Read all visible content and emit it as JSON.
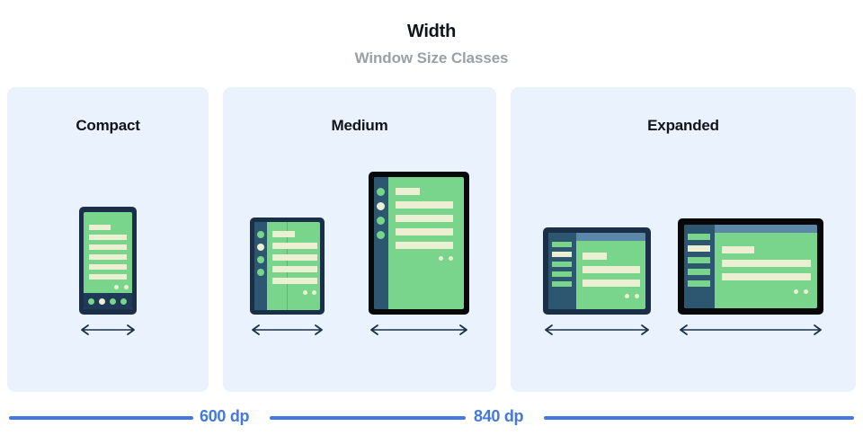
{
  "header": {
    "title": "Width",
    "subtitle": "Window Size Classes"
  },
  "colors": {
    "panel_bg": "#eaf2fd",
    "page_bg": "#ffffff",
    "title_text": "#111418",
    "subtitle_text": "#9aa0a6",
    "ruler_blue": "#4478e0",
    "device_frame_navy": "#1b3048",
    "device_frame_black": "#06080a",
    "screen_green": "#79d58c",
    "content_cream": "#edefd2",
    "sidebar_slate": "#2d5771",
    "appbar_blue": "#5b87a8",
    "navbar_navy": "#1f3a56",
    "arrow_navy": "#1b3048"
  },
  "panels": [
    {
      "id": "compact",
      "label": "Compact",
      "devices": [
        {
          "name": "phone",
          "arrow_label": "width-arrow"
        }
      ]
    },
    {
      "id": "medium",
      "label": "Medium",
      "devices": [
        {
          "name": "foldable",
          "arrow_label": "width-arrow"
        },
        {
          "name": "tablet-portrait",
          "arrow_label": "width-arrow"
        }
      ]
    },
    {
      "id": "expanded",
      "label": "Expanded",
      "devices": [
        {
          "name": "tablet-landscape-small",
          "arrow_label": "width-arrow"
        },
        {
          "name": "tablet-landscape-large",
          "arrow_label": "width-arrow"
        }
      ]
    }
  ],
  "ruler": {
    "breakpoints": [
      {
        "label": "600 dp"
      },
      {
        "label": "840 dp"
      }
    ]
  }
}
